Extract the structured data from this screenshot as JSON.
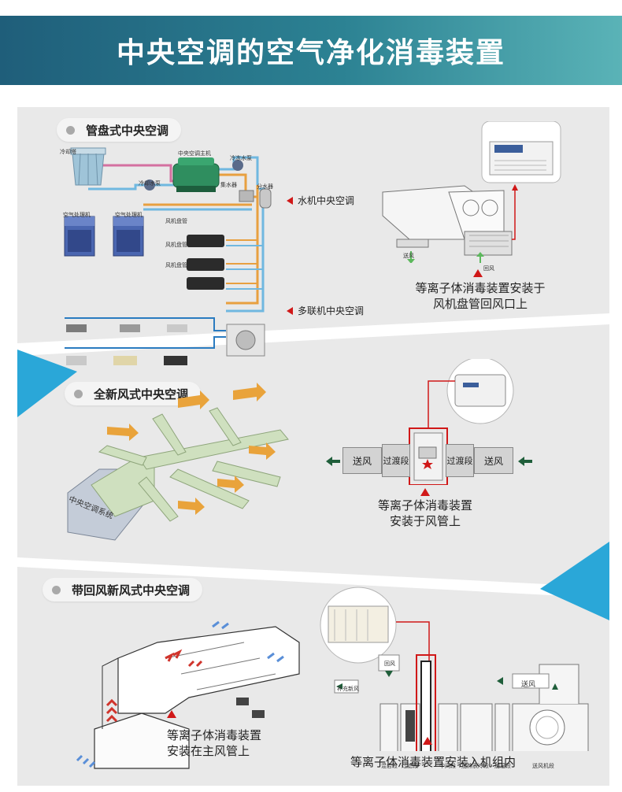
{
  "header": {
    "title": "中央空调的空气净化消毒装置"
  },
  "section1": {
    "pill": "管盘式中央空调",
    "labels": {
      "cooling_tower": "冷却塔",
      "chiller": "中央空调主机",
      "chilled_pump": "冷冻水泵",
      "cooling_pump": "冷却水泵",
      "water_collector": "集水器",
      "water_distributor": "分水器",
      "ahu1": "空气处理机",
      "ahu2": "空气处理机",
      "fcu1": "风机盘管",
      "fcu2": "风机盘管",
      "fcu3": "风机盘管",
      "supply": "送风",
      "return": "回风"
    },
    "tag_water": "水机中央空调",
    "tag_vrf": "多联机中央空调",
    "caption_line1": "等离子体消毒装置安装于",
    "caption_line2": "风机盘管回风口上"
  },
  "section2": {
    "pill": "全新风式中央空调",
    "system_label": "中央空调系统",
    "duct": {
      "supply_left": "送风",
      "transition_left": "过渡段",
      "transition_right": "过渡段",
      "supply_right": "送风"
    },
    "caption_line1": "等离子体消毒装置",
    "caption_line2": "安装于风管上"
  },
  "section3": {
    "pill": "带回风新风式中央空调",
    "caption_left_line1": "等离子体消毒装置",
    "caption_left_line2": "安装在主风管上",
    "caption_bottom": "等离子体消毒装置安装入机组内",
    "unit_labels": {
      "supply_air": "送风",
      "return_air": "回风",
      "fresh_air": "补充新风",
      "mixing": "混合段",
      "filter": "过滤段",
      "middle": "中间段",
      "heat_cool": "加热表冷段",
      "humidify": "加湿段",
      "fan": "送风机段"
    }
  },
  "colors": {
    "banner_start": "#1f5e7a",
    "banner_end": "#5ab3b7",
    "panel": "#e9e9e9",
    "accent_red": "#d01818",
    "accent_blue": "#2aa7d8",
    "duct_green": "#cfe0bf",
    "arrow_orange": "#e9a33b"
  }
}
